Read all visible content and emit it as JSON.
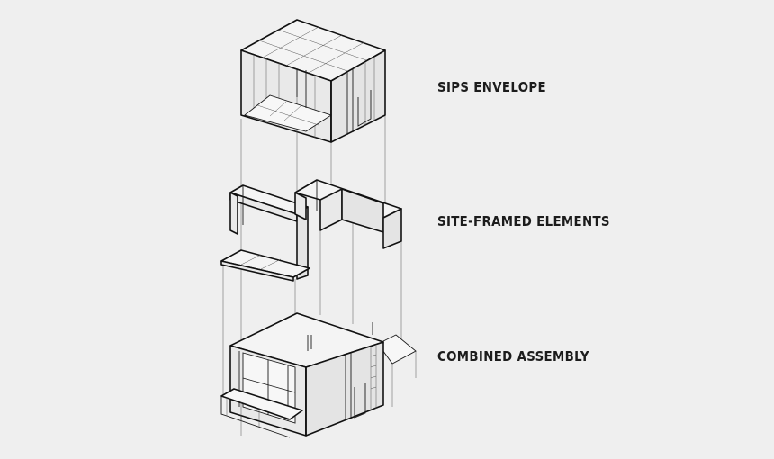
{
  "labels": {
    "sips_envelope": "SIPS ENVELOPE",
    "site_framed_elements": "SITE-FRAMED ELEMENTS",
    "combined_assembly": "COMBINED ASSEMBLY"
  },
  "colors": {
    "background": "#efefef",
    "line": "#111111",
    "text": "#1c1c1c"
  }
}
